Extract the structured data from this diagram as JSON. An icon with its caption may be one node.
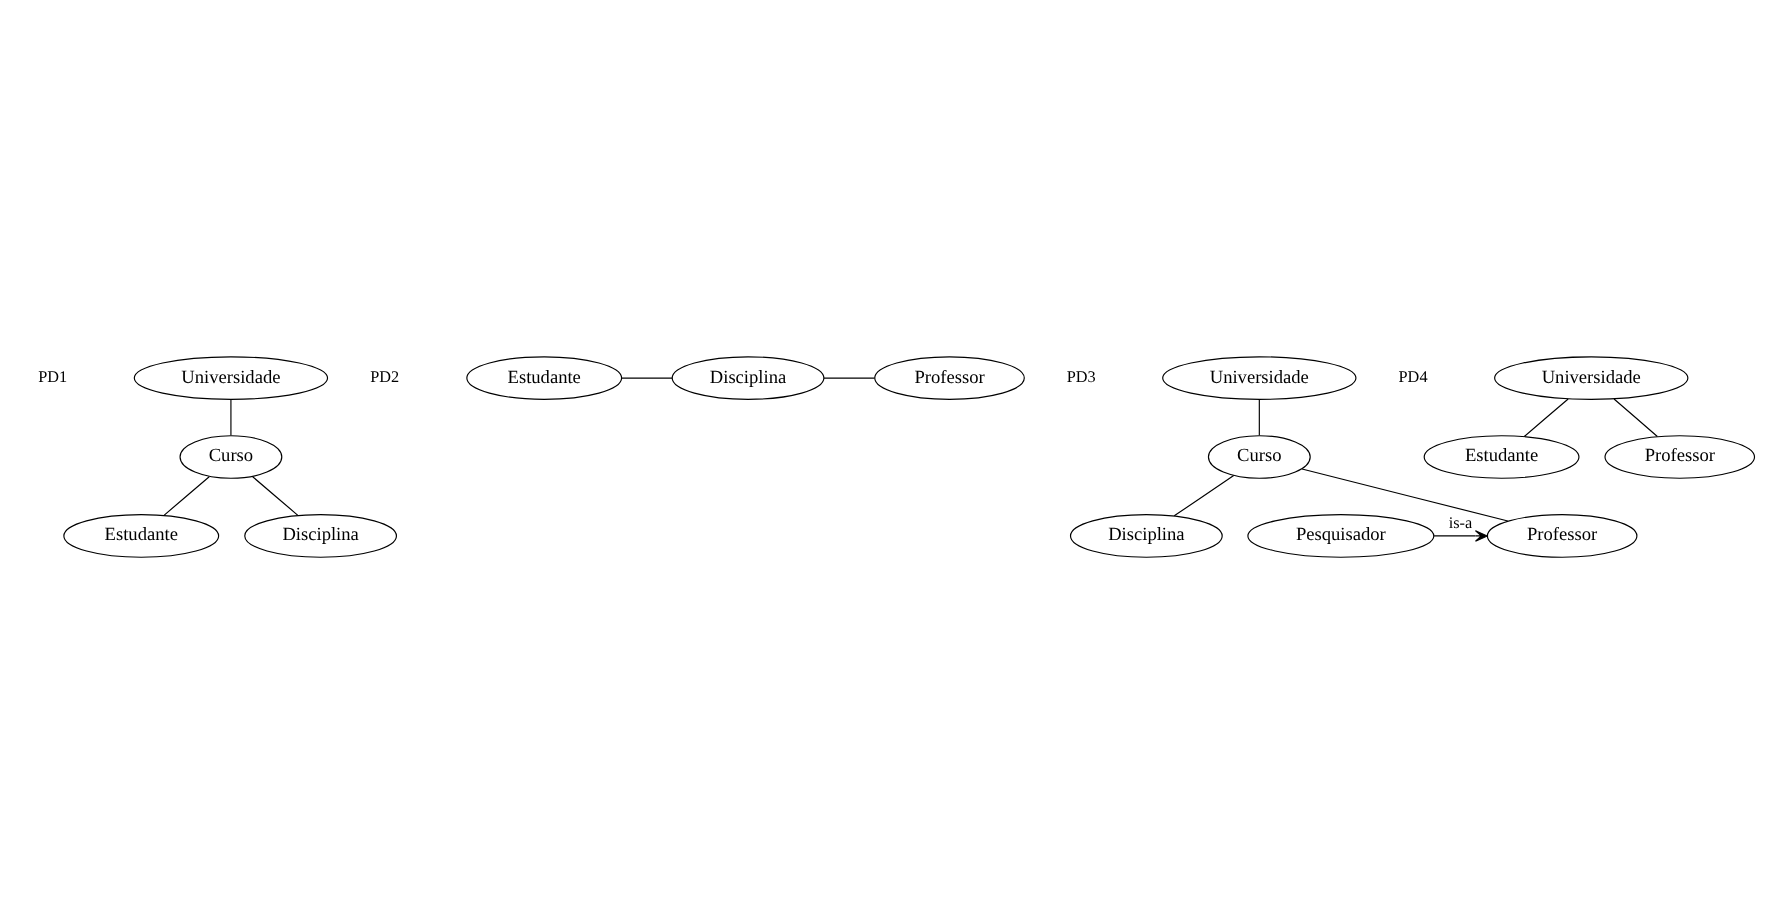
{
  "diagram": {
    "nodes": [
      {
        "text": [
          "Universidade"
        ]
      },
      {
        "text": [
          "Curso"
        ]
      },
      {
        "text": [
          "Estudante"
        ]
      },
      {
        "text": [
          "Disciplina"
        ]
      },
      {
        "text": [
          "Estudante"
        ]
      },
      {
        "text": [
          "Disciplina"
        ]
      },
      {
        "text": [
          "Professor"
        ]
      },
      {
        "text": [
          "Universidade"
        ]
      },
      {
        "text": [
          "Curso"
        ]
      },
      {
        "text": [
          "Disciplina"
        ]
      },
      {
        "text": [
          "Professor"
        ]
      },
      {
        "text": [
          "Pesquisador"
        ]
      },
      {
        "text": [
          "Universidade"
        ]
      },
      {
        "text": [
          "Estudante"
        ]
      },
      {
        "text": [
          "Professor"
        ]
      }
    ],
    "edges": [
      {
        "from": 0,
        "to": 1,
        "arrow": "none"
      },
      {
        "from": 1,
        "to": 2,
        "arrow": "none"
      },
      {
        "from": 1,
        "to": 3,
        "arrow": "none"
      },
      {
        "from": 4,
        "to": 5,
        "arrow": "none"
      },
      {
        "from": 5,
        "to": 6,
        "arrow": "none"
      },
      {
        "from": 7,
        "to": 8,
        "arrow": "none"
      },
      {
        "from": 8,
        "to": 9,
        "arrow": "none"
      },
      {
        "from": 8,
        "to": 10,
        "arrow": "none"
      },
      {
        "from": 11,
        "to": 10,
        "arrow": "to",
        "label": "is-a"
      },
      {
        "from": 12,
        "to": 13,
        "arrow": "none"
      },
      {
        "from": 12,
        "to": 14,
        "arrow": "none"
      }
    ],
    "labels": [
      "PD1",
      "PD2",
      "PD3",
      "PD4"
    ]
  }
}
